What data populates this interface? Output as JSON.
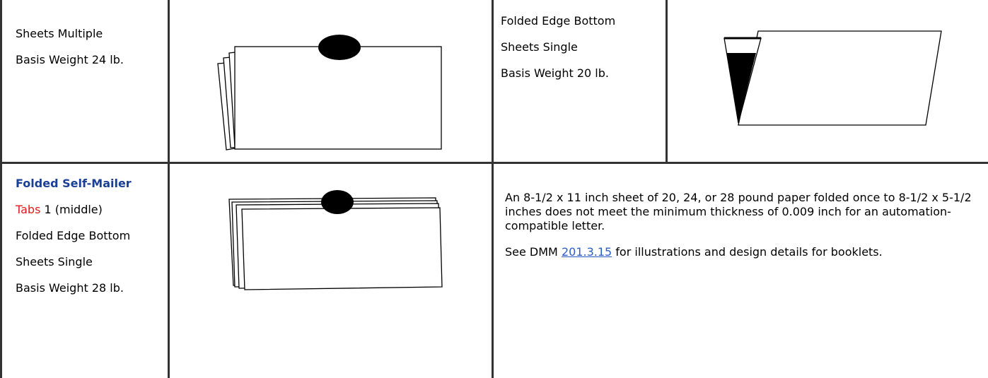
{
  "row1": {
    "left_cell": {
      "line1": "Sheets Multiple",
      "line2": "Basis Weight 24 lb."
    },
    "right_cell": {
      "line1": "Folded Edge Bottom",
      "line2": "Sheets Single",
      "line3": "Basis Weight 20 lb."
    }
  },
  "row2": {
    "left_cell": {
      "title": "Folded Self-Mailer",
      "tabs_label": "Tabs",
      "tabs_value": " 1 (middle)",
      "line_folded": "Folded Edge Bottom",
      "line_sheets": "Sheets Single",
      "line_weight": "Basis Weight 28 lb."
    },
    "description": {
      "paragraph1": "An 8-1/2 x 11 inch sheet of 20, 24, or 28 pound paper folded once to 8-1/2 x 5-1/2 inches does not meet the minimum thickness of 0.009 inch for an automation-compatible letter.",
      "para2_prefix": "See DMM ",
      "para2_link": "201.3.15",
      "para2_suffix": " for illustrations and design details for booklets."
    }
  }
}
